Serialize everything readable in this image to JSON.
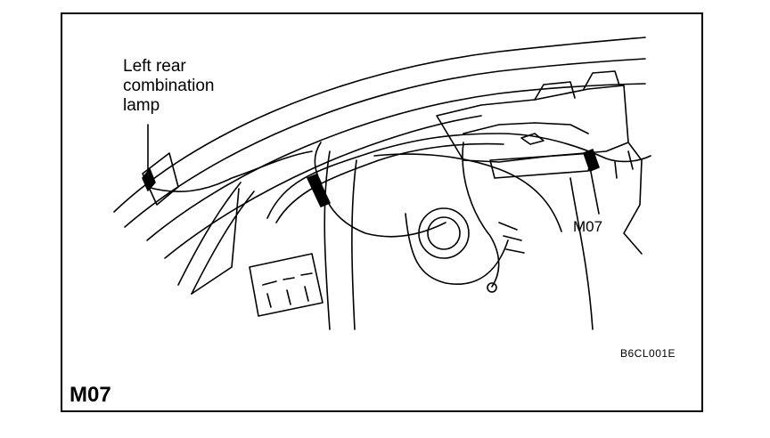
{
  "callouts": {
    "lamp_line1": "Left rear",
    "lamp_line2": "combination",
    "lamp_line3": "lamp",
    "connector": "M07"
  },
  "figure_code": "B6CL001E",
  "title": "M07"
}
